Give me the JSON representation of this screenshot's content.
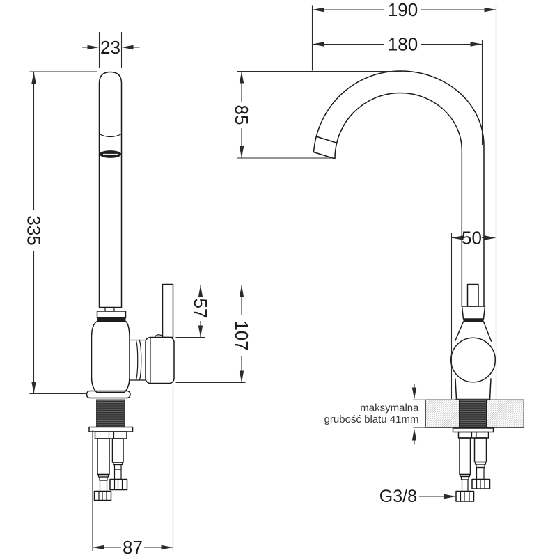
{
  "side_view": {
    "dim_spout_width": "23",
    "dim_total_height": "335",
    "dim_lever_to_handle_top": "57",
    "dim_lever_to_handle_bottom": "107",
    "dim_base_depth": "87"
  },
  "front_view": {
    "dim_reach_outer": "190",
    "dim_reach_inner": "180",
    "dim_spout_drop": "85",
    "dim_base_width": "50",
    "note_line1": "maksymalna",
    "note_line2": "grubość blatu 41mm",
    "thread_label": "G3/8"
  },
  "colors": {
    "line": "#1a1a1a",
    "dim_line": "#2a2a2a",
    "thread_fill": "#565656",
    "countertop_hatch": "#9d9d9d",
    "background": "#ffffff"
  }
}
